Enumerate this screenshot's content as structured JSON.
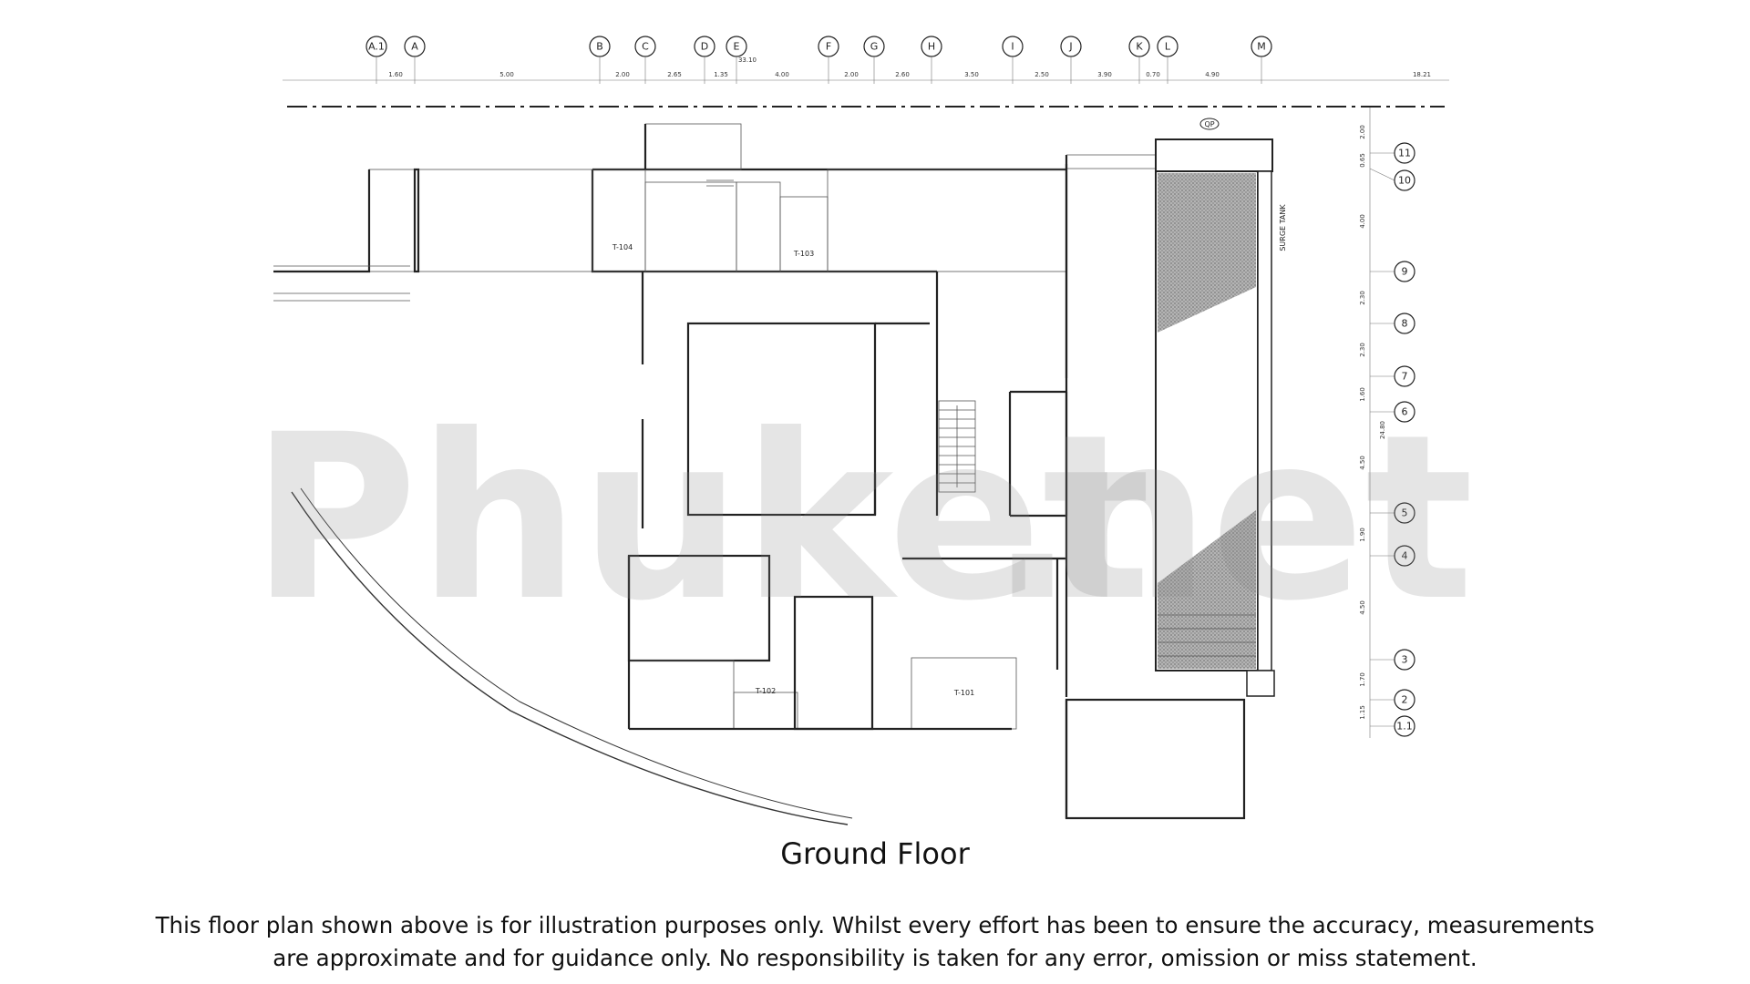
{
  "caption": {
    "title": "Ground Floor",
    "disclaimer_line1": "This floor plan shown above is for illustration purposes only. Whilst every effort has been to ensure the accuracy, measurements",
    "disclaimer_line2": "are approximate and for guidance only. No responsibility is taken for any error, omission or miss statement."
  },
  "watermark": {
    "text_main": "Phuket",
    "text_dot": ".",
    "text_suffix": "net"
  },
  "grid": {
    "columns": [
      "A.1",
      "A",
      "B",
      "C",
      "D",
      "E",
      "F",
      "G",
      "H",
      "I",
      "J",
      "K",
      "L",
      "M"
    ],
    "rows": [
      "11",
      "10",
      "9",
      "8",
      "7",
      "6",
      "5",
      "4",
      "3",
      "2",
      "1.1"
    ]
  },
  "dimensions": {
    "top": [
      "1.60",
      "5.00",
      "2.00",
      "2.65",
      "1.35",
      "4.00",
      "2.00",
      "2.60",
      "3.50",
      "2.50",
      "3.90",
      "0.70",
      "4.90"
    ],
    "top_total": "33.10",
    "top_right": "18.21",
    "right": [
      "2.00",
      "0.65",
      "4.00",
      "2.30",
      "2.30",
      "1.60",
      "4.50",
      "1.90",
      "4.50",
      "1.70",
      "1.15"
    ],
    "right_total": "24.80"
  },
  "rooms": {
    "toilet_104": "T-104",
    "toilet_103": "T-103",
    "toilet_102": "T-102",
    "toilet_101": "T-101",
    "tank_label": "SURGE TANK",
    "qp_mark": "QP"
  },
  "colors": {
    "wall": "#222222",
    "pool_fill": "#9a9a9a",
    "watermark": "#8a8a8a"
  }
}
